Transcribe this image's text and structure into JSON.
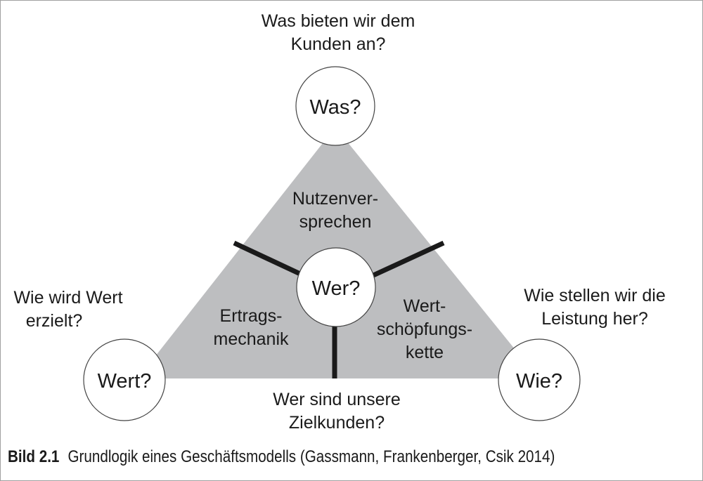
{
  "diagram": {
    "nodes": {
      "was": {
        "label": "Was?",
        "question": [
          "Was bieten wir dem",
          "Kunden an?"
        ]
      },
      "wer": {
        "label": "Wer?",
        "question": [
          "Wer sind unsere",
          "Zielkunden?"
        ]
      },
      "wert": {
        "label": "Wert?",
        "question": [
          "Wie wird Wert",
          "erzielt?"
        ]
      },
      "wie": {
        "label": "Wie?",
        "question": [
          "Wie stellen wir die",
          "Leistung her?"
        ]
      }
    },
    "segments": {
      "top": [
        "Nutzenver-",
        "sprechen"
      ],
      "left": [
        "Ertrags-",
        "mechanik"
      ],
      "right": [
        "Wert-",
        "schöpfungs-",
        "kette"
      ]
    },
    "colors": {
      "fill": "#bdbec0",
      "line": "#1a1a1a"
    }
  },
  "caption": {
    "number": "Bild 2.1",
    "text": "Grundlogik eines Geschäftsmodells (Gassmann, Frankenberger, Csik 2014)"
  }
}
